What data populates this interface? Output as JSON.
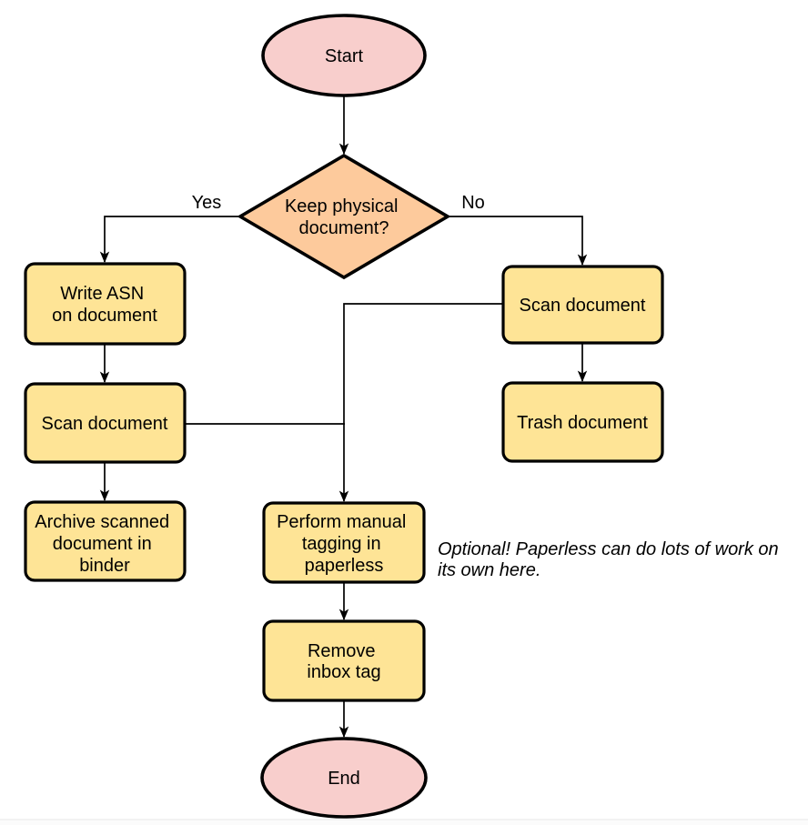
{
  "colors": {
    "background": "#ffffff",
    "terminal_fill": "#f8cecc",
    "decision_fill": "#fdca9c",
    "process_fill": "#fee496",
    "outline": "#000000",
    "edge": "#000000"
  },
  "nodes": {
    "start": {
      "label": "Start",
      "shape": "ellipse"
    },
    "keep_physical": {
      "shape": "diamond",
      "lines": [
        "Keep physical",
        "document?"
      ]
    },
    "write_asn": {
      "shape": "process",
      "lines": [
        "Write ASN",
        "on document"
      ]
    },
    "scan_document_left": {
      "shape": "process",
      "label": "Scan document"
    },
    "archive_binder": {
      "shape": "process",
      "lines": [
        "Archive scanned",
        "document in",
        "binder"
      ]
    },
    "scan_document_right": {
      "shape": "process",
      "label": "Scan document"
    },
    "trash_document": {
      "shape": "process",
      "label": "Trash document"
    },
    "manual_tagging": {
      "shape": "process",
      "lines": [
        "Perform manual",
        "tagging in",
        "paperless"
      ]
    },
    "remove_inbox_tag": {
      "shape": "process",
      "lines": [
        "Remove",
        "inbox tag"
      ]
    },
    "end": {
      "label": "End",
      "shape": "ellipse"
    }
  },
  "edge_labels": {
    "yes": "Yes",
    "no": "No"
  },
  "annotation": {
    "lines": [
      "Optional! Paperless can do lots of work on",
      "its own here."
    ]
  }
}
